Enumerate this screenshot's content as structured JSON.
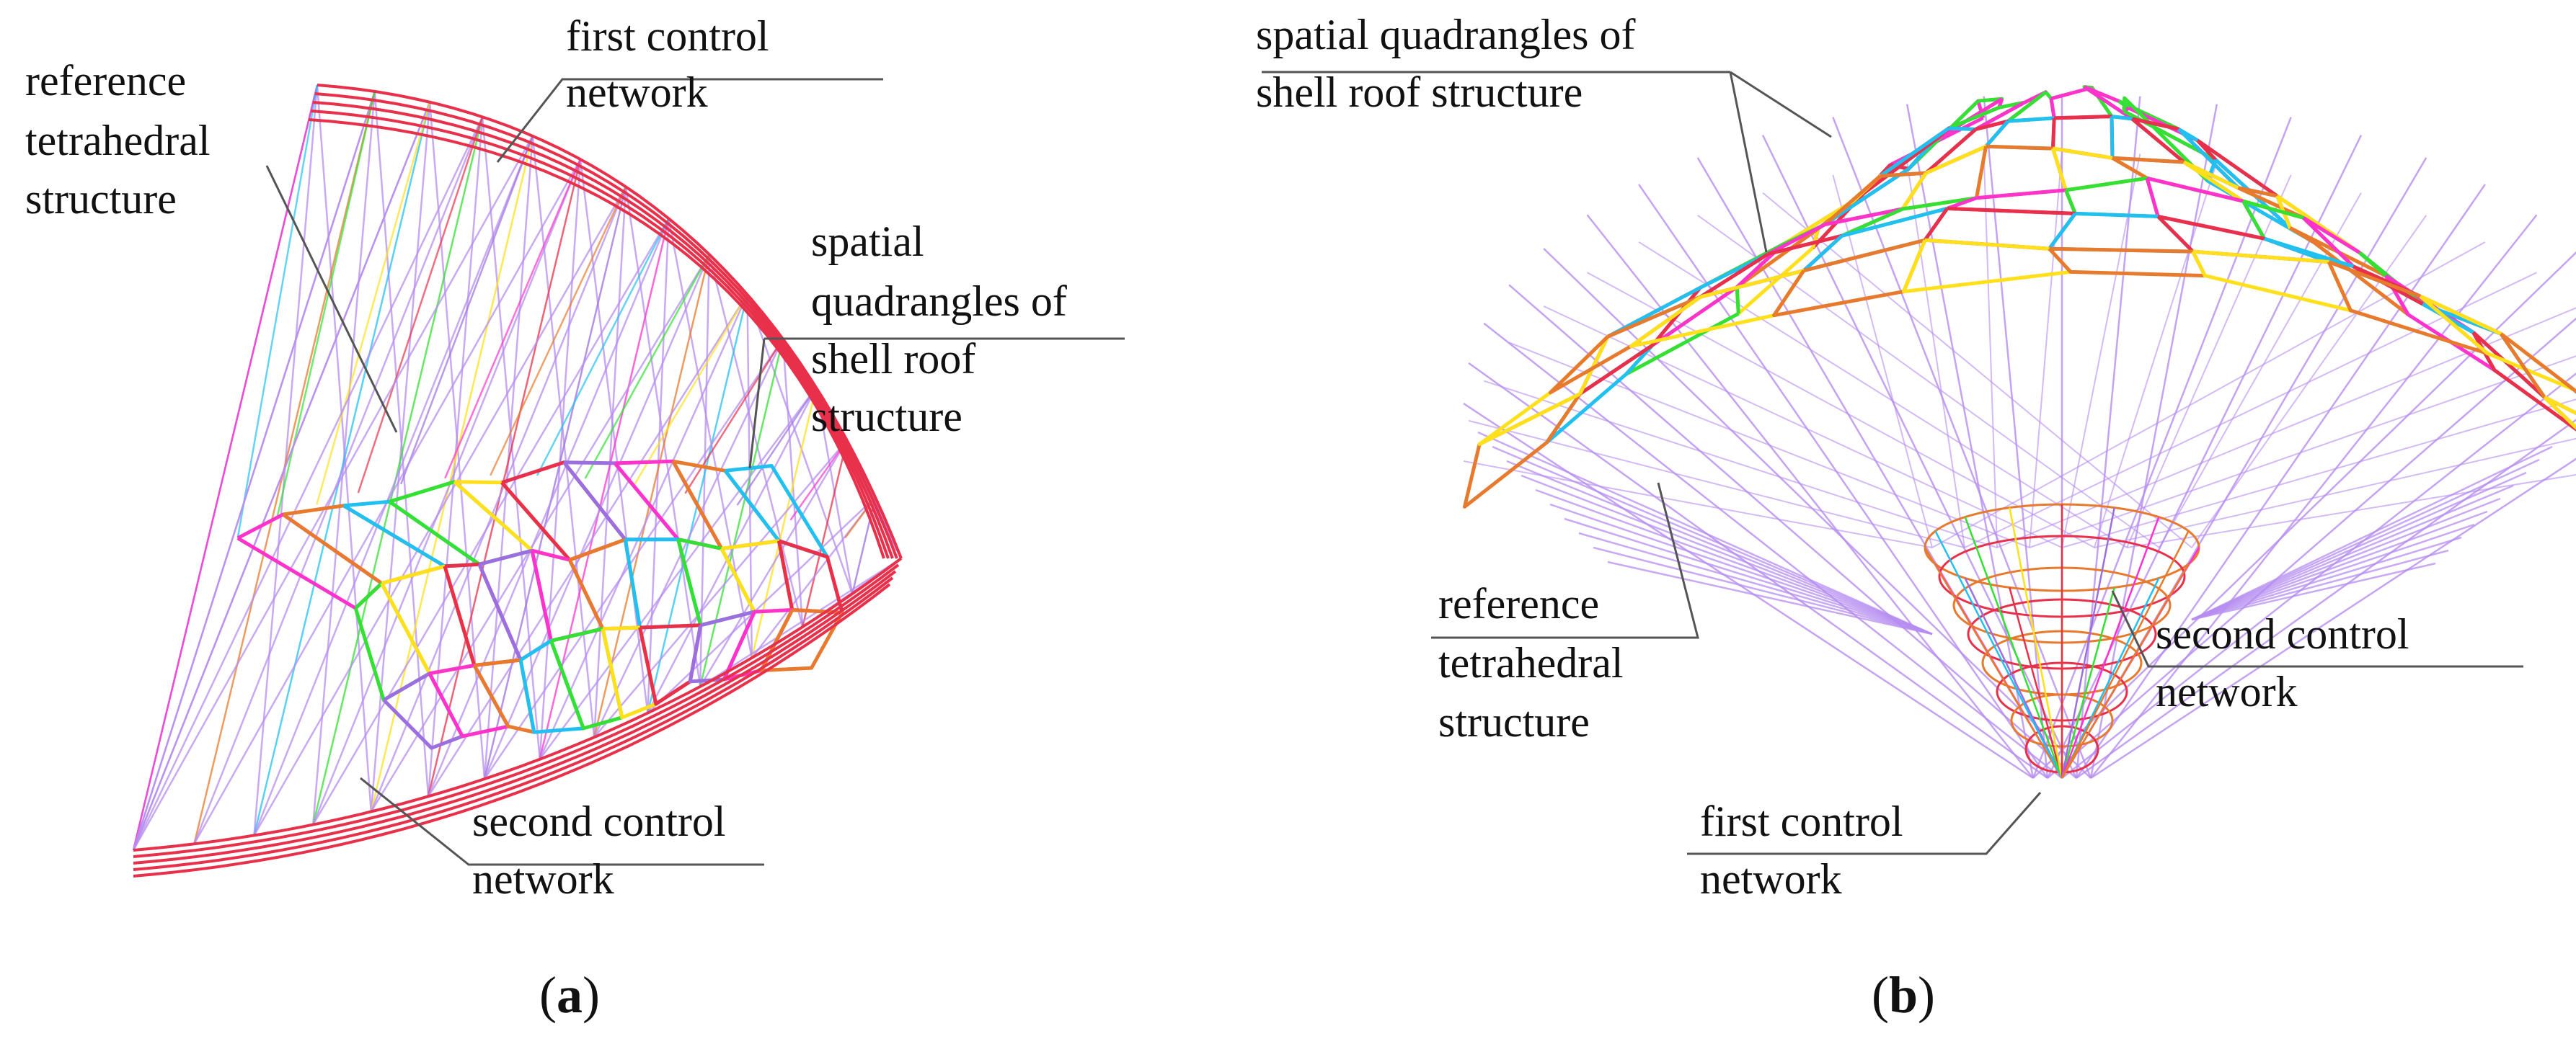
{
  "panels": [
    {
      "id": "a",
      "caption": {
        "open": "(",
        "letter": "a",
        "close": ")"
      },
      "labels": {
        "first_control": [
          "first control",
          "network"
        ],
        "reference": [
          "reference",
          "tetrahedral",
          "structure"
        ],
        "quadrangles": [
          "spatial",
          "quadrangles of",
          "shell roof",
          "structure"
        ],
        "second_control": [
          "second control",
          "network"
        ]
      }
    },
    {
      "id": "b",
      "caption": {
        "open": "(",
        "letter": "b",
        "close": ")"
      },
      "labels": {
        "quadrangles": [
          "spatial quadrangles of",
          "shell roof structure"
        ],
        "reference": [
          "reference",
          "tetrahedral",
          "structure"
        ],
        "second_control": [
          "second control",
          "network"
        ],
        "first_control": [
          "first control",
          "network"
        ]
      }
    }
  ],
  "colors": {
    "control_network": "#e8304a",
    "reference_lines": "#b58cf0",
    "quad_palette": [
      "#ff33cc",
      "#e87a2e",
      "#22c0f0",
      "#33e033",
      "#ffe01a",
      "#e8304a",
      "#9b6fe0"
    ]
  }
}
